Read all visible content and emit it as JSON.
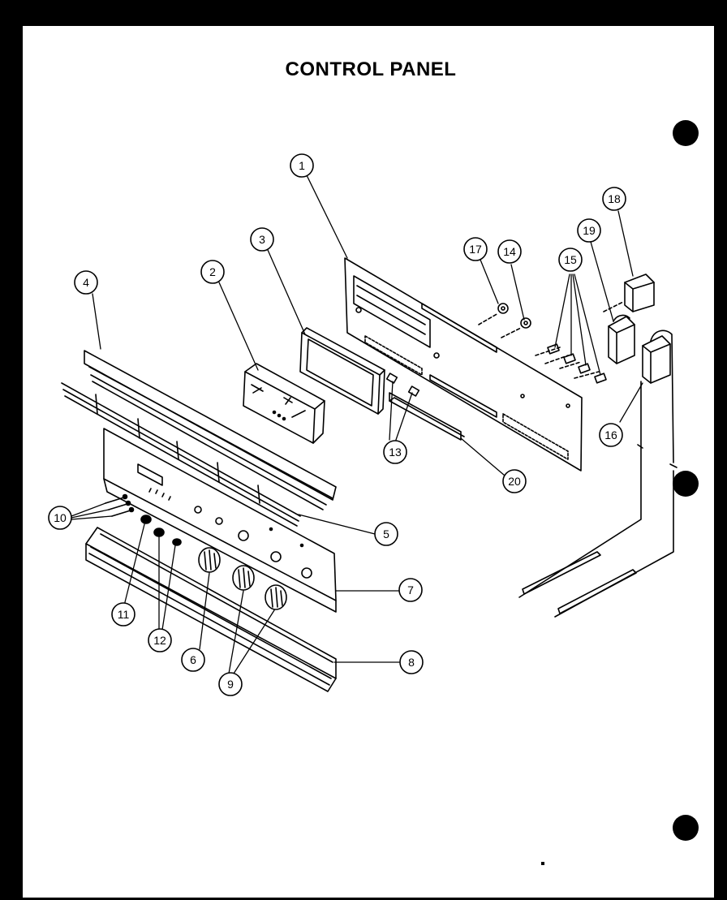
{
  "title": "CONTROL PANEL",
  "callouts": [
    {
      "id": "c1",
      "label": "1"
    },
    {
      "id": "c2",
      "label": "2"
    },
    {
      "id": "c3",
      "label": "3"
    },
    {
      "id": "c4",
      "label": "4"
    },
    {
      "id": "c5",
      "label": "5"
    },
    {
      "id": "c6",
      "label": "6"
    },
    {
      "id": "c7",
      "label": "7"
    },
    {
      "id": "c8",
      "label": "8"
    },
    {
      "id": "c9",
      "label": "9"
    },
    {
      "id": "c10",
      "label": "10"
    },
    {
      "id": "c11",
      "label": "11"
    },
    {
      "id": "c12",
      "label": "12"
    },
    {
      "id": "c13",
      "label": "13"
    },
    {
      "id": "c14",
      "label": "14"
    },
    {
      "id": "c15",
      "label": "15"
    },
    {
      "id": "c16",
      "label": "16"
    },
    {
      "id": "c17",
      "label": "17"
    },
    {
      "id": "c18",
      "label": "18"
    },
    {
      "id": "c19",
      "label": "19"
    },
    {
      "id": "c20",
      "label": "20"
    }
  ],
  "colors": {
    "ink": "#000000",
    "paper": "#ffffff",
    "border": "#000000"
  }
}
